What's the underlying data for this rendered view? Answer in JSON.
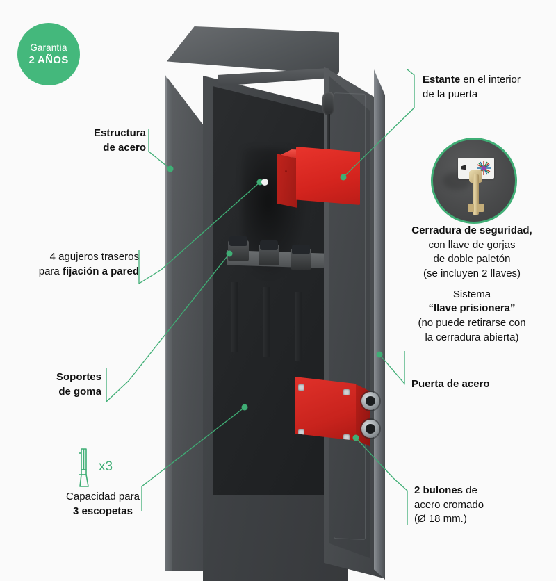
{
  "theme": {
    "background": "#fafafa",
    "accent_green": "#3fae75",
    "badge_green": "#44b87c",
    "text_color": "#111111",
    "safe_body": "#45484b",
    "shelf_red": "#d4241e",
    "lockbox_red": "#c8231d",
    "bolt_chrome": "#9aa0a4"
  },
  "badge": {
    "line1": "Garantía",
    "line2": "2 AÑOS"
  },
  "labels": {
    "structure": {
      "bold": "Estructura",
      "rest": "de acero"
    },
    "wall_holes": {
      "line1": "4 agujeros traseros",
      "line2_regular": "para ",
      "line2_bold": "fijación a pared"
    },
    "rubber_supports": {
      "line1": "Soportes",
      "line2": "de goma"
    },
    "capacity": {
      "multiplier": "x3",
      "line1": "Capacidad para",
      "line2": "3 escopetas"
    },
    "shelf": {
      "bold": "Estante",
      "rest1": " en el interior",
      "rest2": "de la puerta"
    },
    "lock": {
      "line1": "Cerradura de seguridad,",
      "line2": "con llave de gorjas",
      "line3": "de doble paletón",
      "line4": "(se incluyen 2 llaves)",
      "line5": "Sistema",
      "line6": "“llave prisionera”",
      "line7": "(no puede retirarse con",
      "line8": "la cerradura abierta)"
    },
    "steel_door": {
      "text": "Puerta de acero"
    },
    "bolts": {
      "line1_bold": "2 bulones",
      "line1_rest": " de",
      "line2": "acero cromado",
      "line3": "(Ø 18 mm.)"
    }
  },
  "icons": {
    "shotgun": "shotgun-icon",
    "key": "key-photo-icon"
  }
}
